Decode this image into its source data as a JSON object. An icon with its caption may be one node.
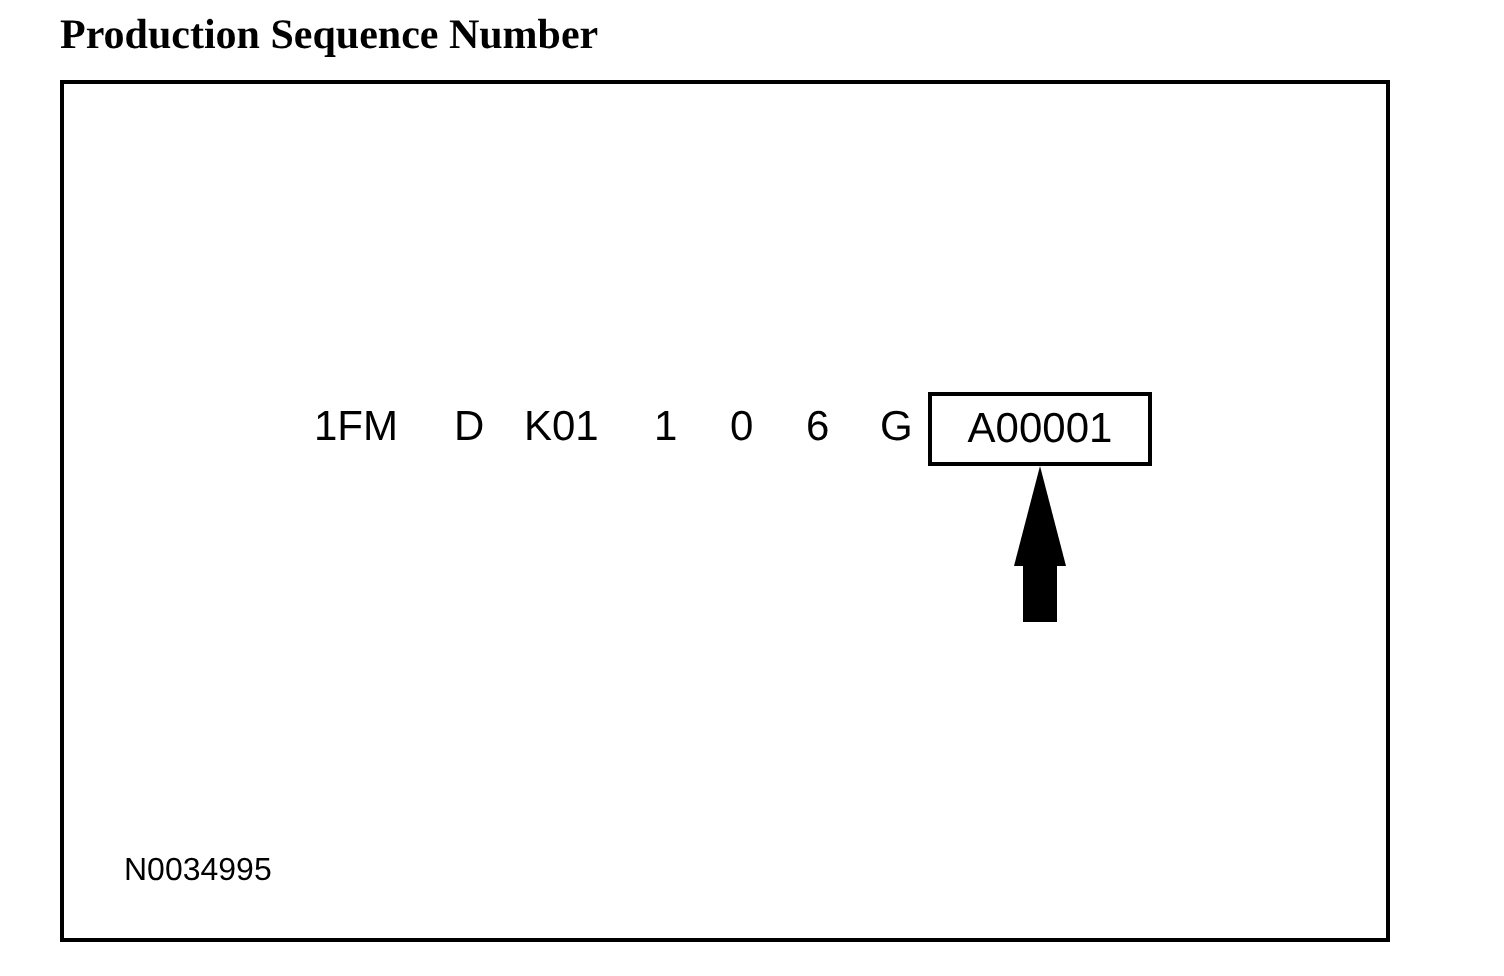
{
  "diagram": {
    "title": "Production Sequence Number",
    "nodes": [
      {
        "text": [],
        "shape": "box"
      },
      {
        "text": [
          "A00001"
        ],
        "in": 0
      }
    ],
    "edges": [
      {
        "from": null,
        "to": 1,
        "arrow": "to"
      }
    ],
    "labels": [
      "1FM",
      "D",
      "K01",
      "1",
      "0",
      "6",
      "G",
      "N0034995"
    ]
  }
}
